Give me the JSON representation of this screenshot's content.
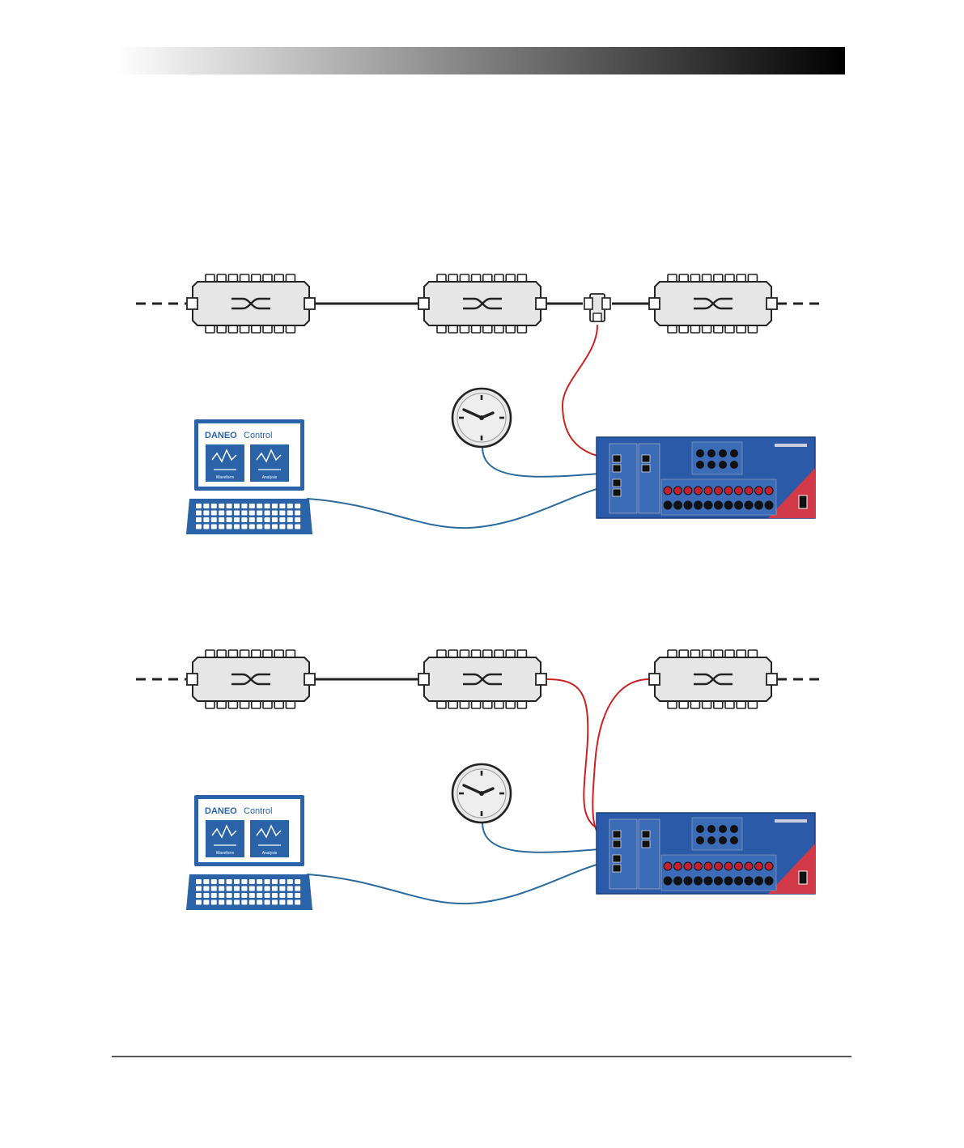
{
  "header": {
    "gradient_start": "#ffffff",
    "gradient_end": "#000000"
  },
  "colors": {
    "switch_fill": "#e6e6e6",
    "switch_stroke": "#222222",
    "red_cable": "#cc2222",
    "blue_cable": "#2b6a9e",
    "device_blue": "#2a5aa8",
    "laptop_blue": "#2b63a8",
    "footer_rule": "#222222"
  },
  "diagrams": [
    {
      "name": "tap-connection",
      "laptop": {
        "brand": "DANEO",
        "app": "Control",
        "tile_1": "Waveform",
        "tile_2": "Analysis"
      },
      "icons": [
        "ethernet-switch-icon",
        "ethernet-tap-icon",
        "clock-icon",
        "laptop-icon",
        "daneo-device-icon"
      ]
    },
    {
      "name": "direct-connection",
      "laptop": {
        "brand": "DANEO",
        "app": "Control",
        "tile_1": "Waveform",
        "tile_2": "Analysis"
      },
      "icons": [
        "ethernet-switch-icon",
        "clock-icon",
        "laptop-icon",
        "daneo-device-icon"
      ]
    }
  ]
}
